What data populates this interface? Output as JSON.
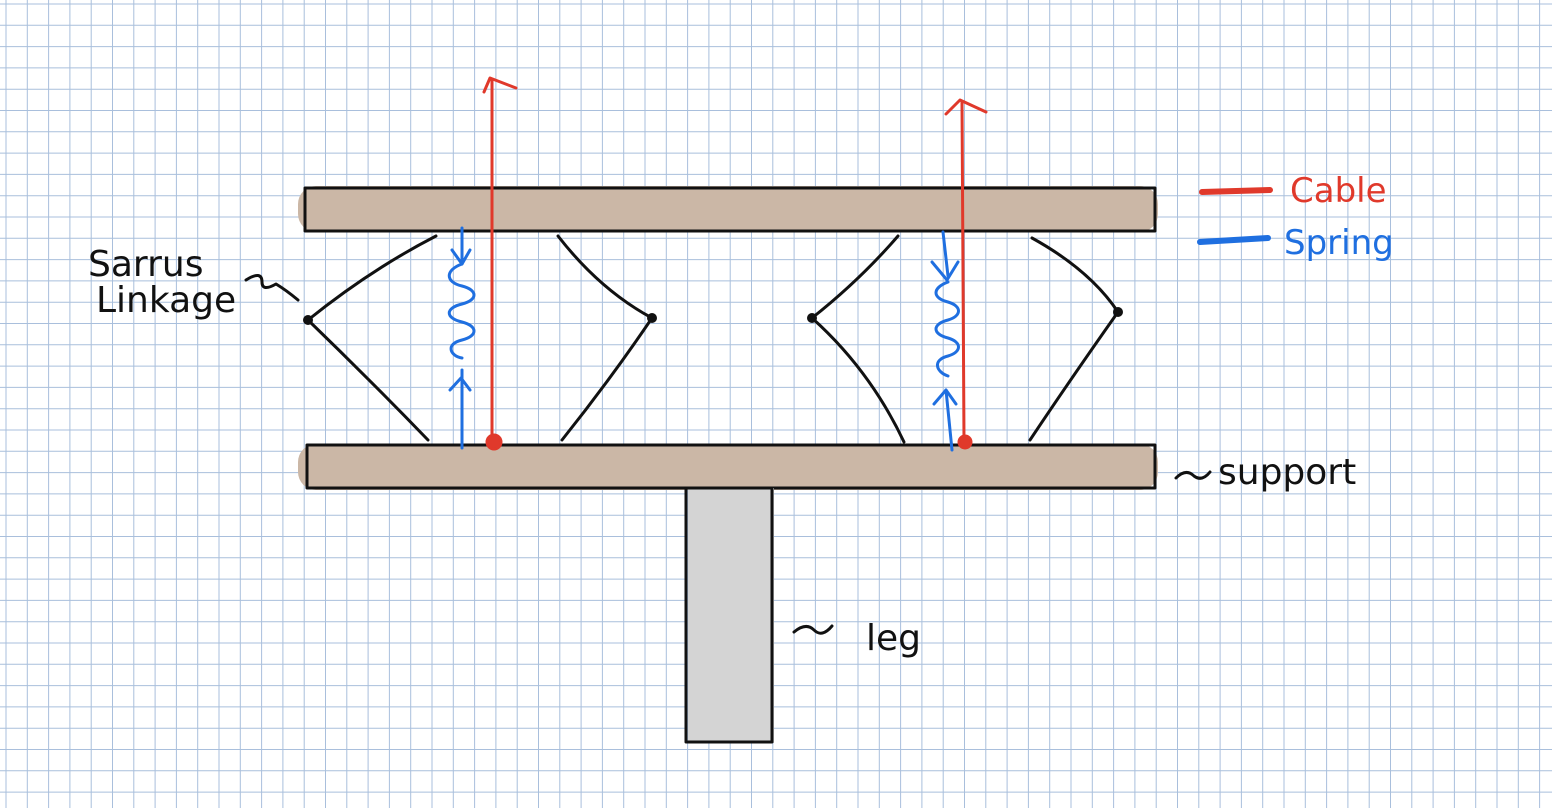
{
  "colors": {
    "grid": "#a9bfdc",
    "board_fill": "#cbb7a6",
    "leg_fill": "#d4d4d4",
    "cable": "#e0392b",
    "spring": "#1f6fe0",
    "ink": "#111111"
  },
  "labels": {
    "sarrus_line1": "Sarrus",
    "sarrus_line2": "Linkage",
    "support": "support",
    "leg": "leg"
  },
  "legend": {
    "cable": "Cable",
    "spring": "Spring"
  }
}
